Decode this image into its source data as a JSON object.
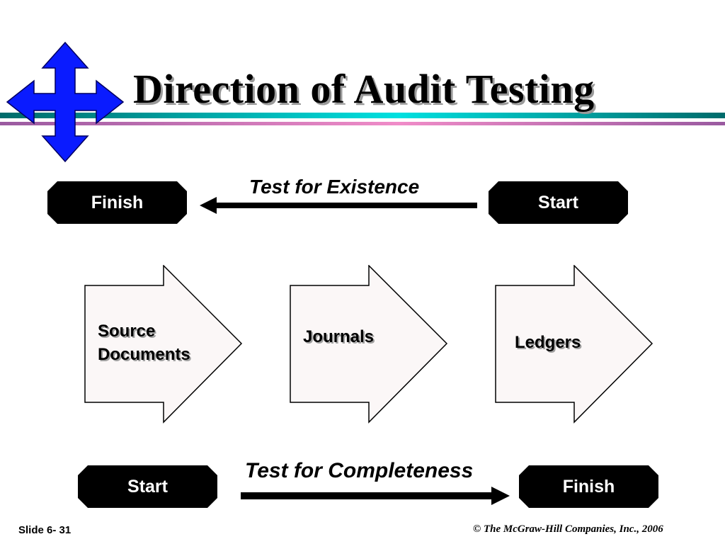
{
  "slide": {
    "title": "Direction of Audit Testing",
    "footer_left": "Slide 6- 31",
    "footer_right": "© The McGraw-Hill Companies, Inc., 2006"
  },
  "existence": {
    "label": "Test for Existence",
    "left_box": "Finish",
    "right_box": "Start",
    "arrow_direction": "left"
  },
  "completeness": {
    "label": "Test for Completeness",
    "left_box": "Start",
    "right_box": "Finish",
    "arrow_direction": "right"
  },
  "records": [
    {
      "line1": "Source",
      "line2": "Documents"
    },
    {
      "line1": "Journals",
      "line2": ""
    },
    {
      "line1": "Ledgers",
      "line2": ""
    }
  ],
  "colors": {
    "cross_arrow": "#0a1bff",
    "pill": "#000000",
    "bar_dark": "#006b6b",
    "bar_light": "#00e0e0",
    "bar_pink": "#e070b0",
    "bar_purple": "#9a5aa0",
    "record_fill": "#fbf7f7"
  },
  "icons": {
    "header_decoration": "four-way-arrow-icon"
  }
}
